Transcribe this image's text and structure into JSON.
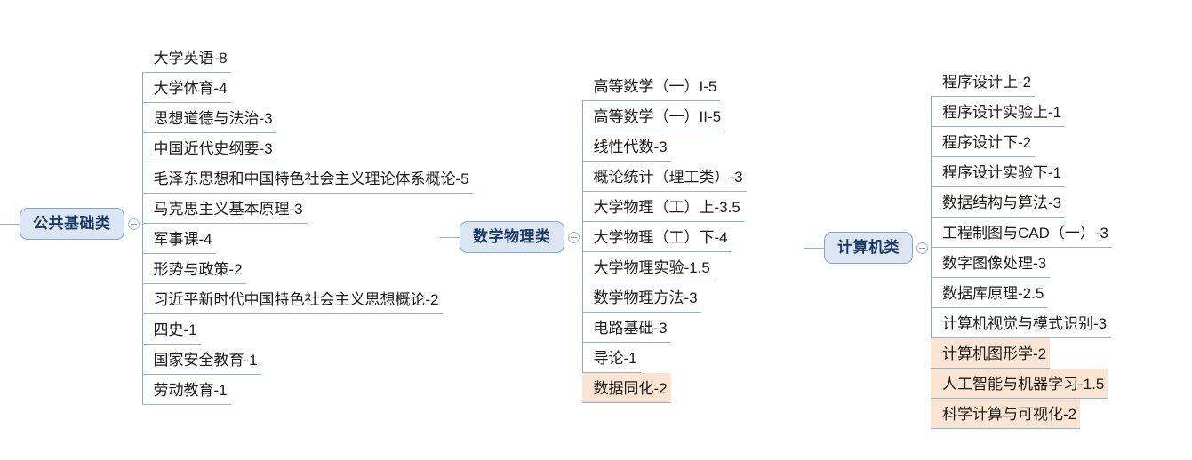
{
  "diagram": {
    "type": "mindmap",
    "title": "",
    "orientation": "left-to-right",
    "colors": {
      "node_fill": "#dce6f2",
      "node_border": "#7fa8d4",
      "node_text": "#1a3a66",
      "connector": "#8fb4da",
      "leaf_text": "#1a1a1a",
      "highlight_fill": "#fbe5d2"
    }
  },
  "branches": [
    {
      "id": "public-basic",
      "label": "公共基础类",
      "toggle_icon": "collapse-minus-icon",
      "children": [
        {
          "label": "大学英语-8",
          "highlight": false
        },
        {
          "label": "大学体育-4",
          "highlight": false
        },
        {
          "label": "思想道德与法治-3",
          "highlight": false
        },
        {
          "label": "中国近代史纲要-3",
          "highlight": false
        },
        {
          "label": "毛泽东思想和中国特色社会主义理论体系概论-5",
          "highlight": false
        },
        {
          "label": "马克思主义基本原理-3",
          "highlight": false
        },
        {
          "label": "军事课-4",
          "highlight": false
        },
        {
          "label": "形势与政策-2",
          "highlight": false
        },
        {
          "label": "习近平新时代中国特色社会主义思想概论-2",
          "highlight": false
        },
        {
          "label": "四史-1",
          "highlight": false
        },
        {
          "label": "国家安全教育-1",
          "highlight": false
        },
        {
          "label": "劳动教育-1",
          "highlight": false
        }
      ]
    },
    {
      "id": "math-physics",
      "label": "数学物理类",
      "toggle_icon": "collapse-minus-icon",
      "children": [
        {
          "label": "高等数学（一）I-5",
          "highlight": false
        },
        {
          "label": "高等数学（一）II-5",
          "highlight": false
        },
        {
          "label": "线性代数-3",
          "highlight": false
        },
        {
          "label": "概论统计（理工类）-3",
          "highlight": false
        },
        {
          "label": "大学物理（工）上-3.5",
          "highlight": false
        },
        {
          "label": "大学物理（工）下-4",
          "highlight": false
        },
        {
          "label": "大学物理实验-1.5",
          "highlight": false
        },
        {
          "label": "数学物理方法-3",
          "highlight": false
        },
        {
          "label": "电路基础-3",
          "highlight": false
        },
        {
          "label": "导论-1",
          "highlight": false
        },
        {
          "label": "数据同化-2",
          "highlight": true
        }
      ]
    },
    {
      "id": "computer",
      "label": "计算机类",
      "toggle_icon": "collapse-minus-icon",
      "children": [
        {
          "label": "程序设计上-2",
          "highlight": false
        },
        {
          "label": "程序设计实验上-1",
          "highlight": false
        },
        {
          "label": "程序设计下-2",
          "highlight": false
        },
        {
          "label": "程序设计实验下-1",
          "highlight": false
        },
        {
          "label": "数据结构与算法-3",
          "highlight": false
        },
        {
          "label": "工程制图与CAD（一）-3",
          "highlight": false
        },
        {
          "label": "数字图像处理-3",
          "highlight": false
        },
        {
          "label": "数据库原理-2.5",
          "highlight": false
        },
        {
          "label": "计算机视觉与模式识别-3",
          "highlight": false
        },
        {
          "label": "计算机图形学-2",
          "highlight": true
        },
        {
          "label": "人工智能与机器学习-1.5",
          "highlight": true
        },
        {
          "label": "科学计算与可视化-2",
          "highlight": true
        }
      ]
    }
  ]
}
